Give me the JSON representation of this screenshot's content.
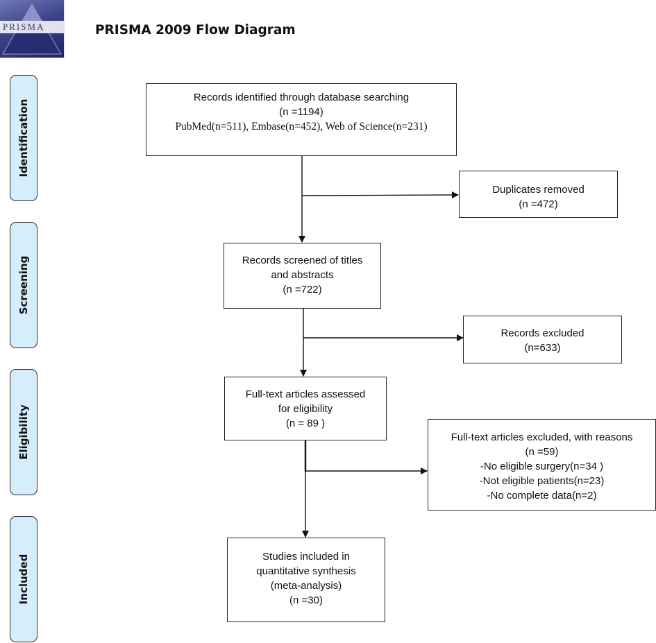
{
  "logo": {
    "text": "PRISMA"
  },
  "title": "PRISMA 2009 Flow Diagram",
  "phases": {
    "identification": "Identification",
    "screening": "Screening",
    "eligibility": "Eligibility",
    "included": "Included"
  },
  "boxes": {
    "records_identified": {
      "line1": "Records identified through database searching",
      "line2": "(n =1194)",
      "line3": "PubMed(n=511), Embase(n=452), Web of Science(n=231)"
    },
    "duplicates_removed": {
      "line1": "Duplicates removed",
      "line2": "(n =472)"
    },
    "records_screened": {
      "line1": "Records screened of titles",
      "line2": "and abstracts",
      "line3": "(n =722)"
    },
    "records_excluded": {
      "line1": "Records excluded",
      "line2": "(n=633)"
    },
    "fulltext_assessed": {
      "line1": "Full-text articles assessed",
      "line2": "for eligibility",
      "line3": "(n = 89 )"
    },
    "fulltext_excluded": {
      "line1": "Full-text articles excluded, with reasons",
      "line2": "(n =59)",
      "line3": "-No eligible surgery(n=34 )",
      "line4": "-Not eligible patients(n=23)",
      "line5": "-No complete data(n=2)"
    },
    "studies_included": {
      "line1": "Studies included in",
      "line2": "quantitative synthesis",
      "line3": "(meta-analysis)",
      "line4": "(n =30)"
    }
  }
}
